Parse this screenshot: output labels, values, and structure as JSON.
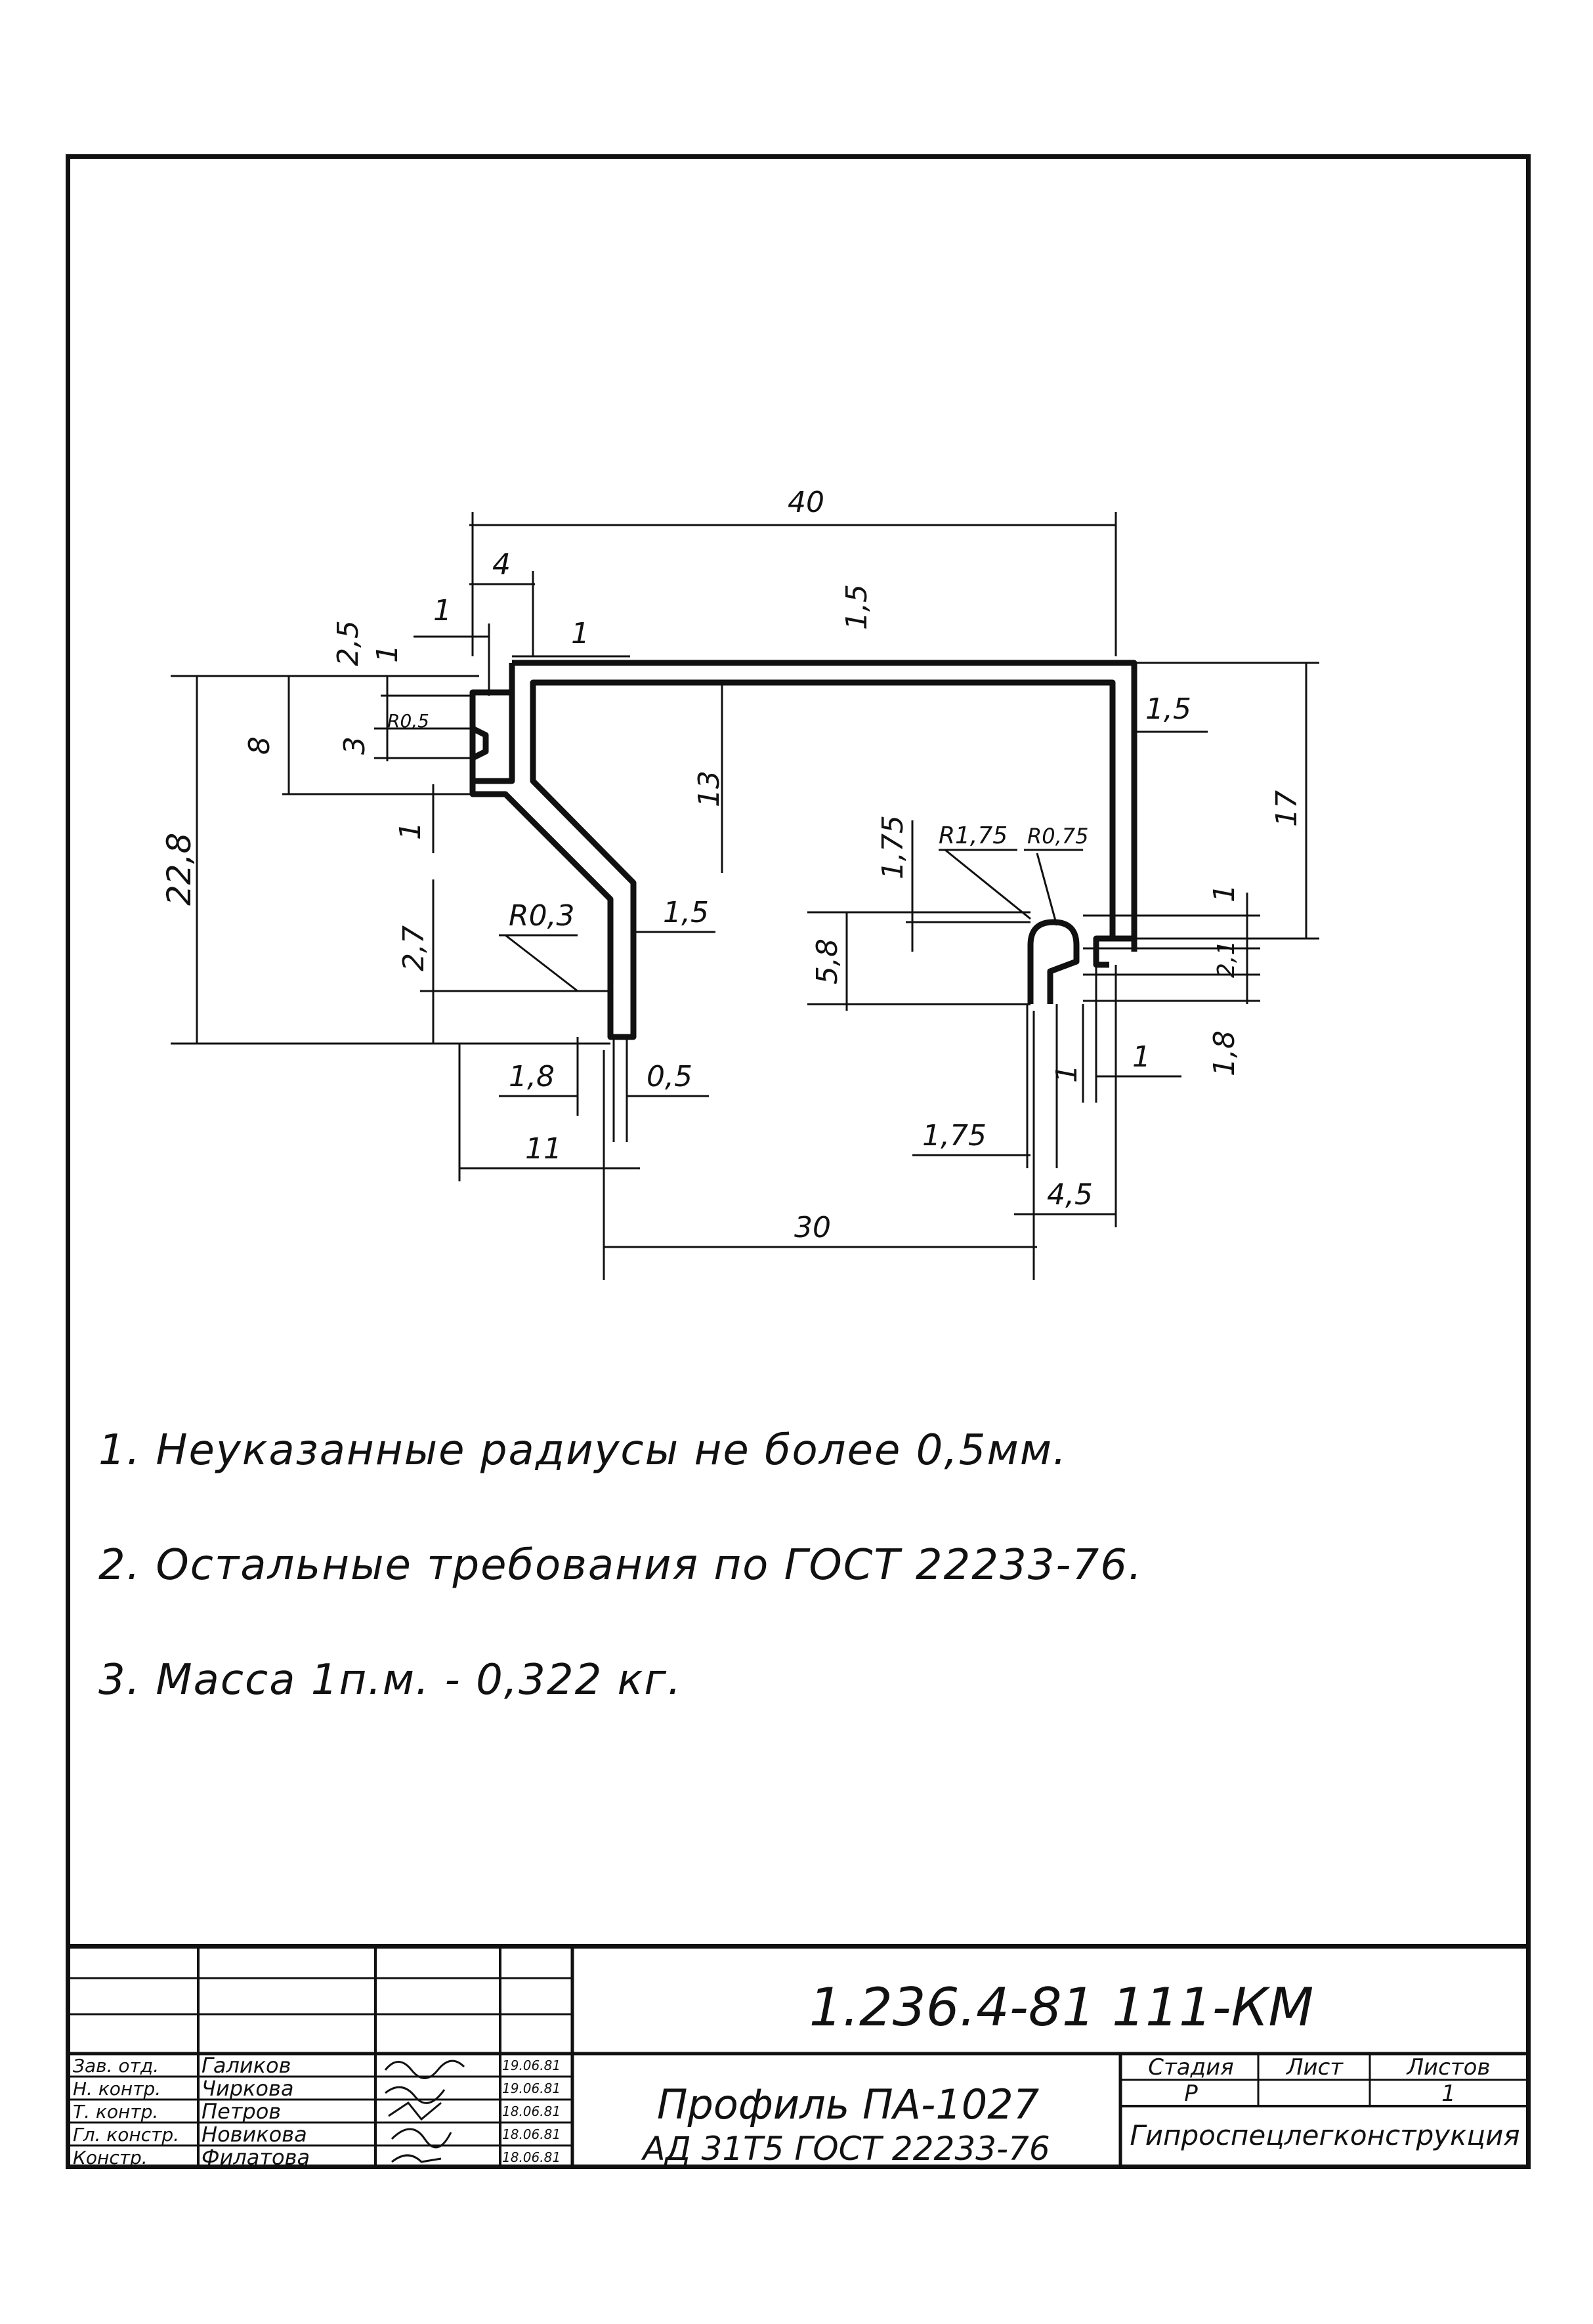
{
  "drawing": {
    "dimensions": {
      "overall_width": "40",
      "wall_top": "1,5",
      "wall_right": "1,5",
      "lip_width": "4",
      "lip_thickness": "1",
      "lip_thickness_2": "1",
      "lip_top": "2,5",
      "lip_slot": "3",
      "lip_radius": "R0,5",
      "lip_height": "8",
      "step": "1",
      "total_height": "22,8",
      "height_13": "13",
      "height_2_7": "2,7",
      "radius_0_3": "R0,3",
      "leg_thickness": "1,5",
      "leg_tip": "1,8",
      "leg_gap": "0,5",
      "leg_span": "11",
      "bottom_span": "30",
      "right_height": "17",
      "hook_offset": "1,75",
      "hook_radius_1": "R1,75",
      "hook_radius_2": "R0,75",
      "hook_height": "5,8",
      "hook_1a": "1",
      "hook_2_1": "2,1",
      "hook_1_8": "1,8",
      "hook_1b": "1",
      "hook_1c": "1",
      "hook_1_75": "1,75",
      "hook_4_5": "4,5"
    }
  },
  "notes": [
    "1. Неуказанные  радиусы  не более 0,5мм.",
    "2. Остальные  требования по ГОСТ 22233-76.",
    "3. Масса  1п.м. - 0,322 кг."
  ],
  "title_block": {
    "doc_number": "1.236.4-81  111-КМ",
    "title": "Профиль ПА-1027",
    "material": "АД 31Т5 ГОСТ 22233-76",
    "stage_header": "Стадия",
    "sheet_header": "Лист",
    "sheets_header": "Листов",
    "stage": "Р",
    "sheet": "",
    "sheets": "1",
    "organization": "Гипроспецлегконструкция",
    "signatures": [
      {
        "role": "Зав. отд.",
        "name": "Галиков",
        "date": "19.06.81"
      },
      {
        "role": "Н. контр.",
        "name": "Чиркова",
        "date": "19.06.81"
      },
      {
        "role": "Т. контр.",
        "name": "Петров",
        "date": "18.06.81"
      },
      {
        "role": "Гл. констр.",
        "name": "Новикова",
        "date": "18.06.81"
      },
      {
        "role": "Констр.",
        "name": "Филатова",
        "date": "18.06.81"
      }
    ]
  },
  "colors": {
    "ink": "#111111",
    "paper": "#ffffff"
  }
}
